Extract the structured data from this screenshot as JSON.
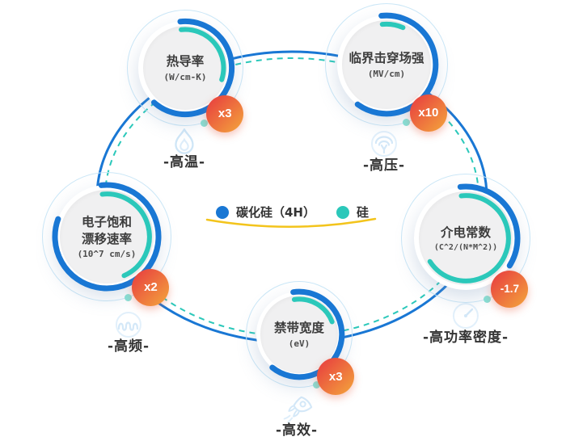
{
  "colors": {
    "sic_blue": "#1977d4",
    "si_teal": "#2bc8ba",
    "badge_gradient_start": "#e9493f",
    "badge_gradient_end": "#f3a13c",
    "legend_underline": "#f3c41c",
    "halo_ring": "#cbe7f7"
  },
  "legend": {
    "items": [
      {
        "id": "sic",
        "label": "碳化硅（4H）",
        "color": "#1977d4"
      },
      {
        "id": "si",
        "label": "硅",
        "color": "#2bc8ba"
      }
    ]
  },
  "nodes": [
    {
      "id": "thermal-conductivity",
      "title": "热导率",
      "title2": "",
      "unit": "(W/cm-K)",
      "badge": "x3",
      "keyword": "-高温-",
      "icon": "flame-icon",
      "start_deg": -6,
      "sic_sweep_deg": 228,
      "si_sweep_deg": 114
    },
    {
      "id": "critical-breakdown-field-strength",
      "title": "临界击穿场强",
      "title2": "",
      "unit": "(MV/cm)",
      "badge": "x10",
      "keyword": "-高压-",
      "icon": "voltage-icon",
      "start_deg": -6,
      "sic_sweep_deg": 222,
      "si_sweep_deg": 30
    },
    {
      "id": "electron-saturation-drift-velocity",
      "title": "电子饱和",
      "title2": "漂移速率",
      "unit": "(10^7 cm/s)",
      "badge": "x2",
      "keyword": "-高频-",
      "icon": "wave-icon",
      "start_deg": -6,
      "sic_sweep_deg": 296,
      "si_sweep_deg": 162
    },
    {
      "id": "dielectric-constant",
      "title": "介电常数",
      "title2": "",
      "unit": "(C^2/(N*M^2))",
      "badge": "-1.7",
      "keyword": "-高功率密度-",
      "icon": "meter-icon",
      "start_deg": -6,
      "sic_sweep_deg": 128,
      "si_sweep_deg": 243
    },
    {
      "id": "bandgap-width",
      "title": "禁带宽度",
      "title2": "",
      "unit": "(eV)",
      "badge": "x3",
      "keyword": "-高效-",
      "icon": "rocket-icon",
      "start_deg": -8,
      "sic_sweep_deg": 227,
      "si_sweep_deg": 77
    }
  ]
}
